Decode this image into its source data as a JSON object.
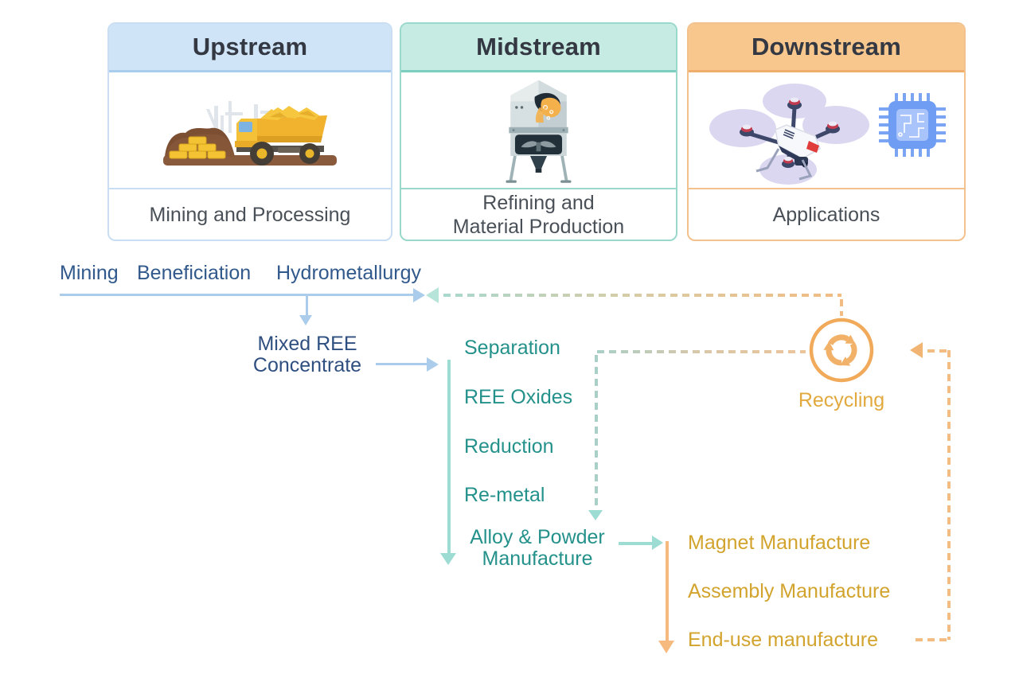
{
  "stages": [
    {
      "title": "Upstream",
      "label_lines": [
        "Mining and Processing"
      ],
      "icon": "mining-truck-illustration"
    },
    {
      "title": "Midstream",
      "label_lines": [
        "Refining and",
        "Material Production"
      ],
      "icon": "refinery-illustration"
    },
    {
      "title": "Downstream",
      "label_lines": [
        "Applications"
      ],
      "icon": "drone-and-chip-illustration"
    }
  ],
  "flow": {
    "upstream_steps": [
      "Mining",
      "Beneficiation",
      "Hydrometallurgy"
    ],
    "mixed_ree_lines": [
      "Mixed REE",
      "Concentrate"
    ],
    "midstream_steps": [
      "Separation",
      "REE Oxides",
      "Reduction",
      "Re-metal"
    ],
    "alloy_lines": [
      "Alloy & Powder",
      "Manufacture"
    ],
    "downstream_steps": [
      "Magnet Manufacture",
      "Assembly Manufacture",
      "End-use manufacture"
    ],
    "recycling_label": "Recycling"
  },
  "colors": {
    "upstream_header_bg": "#cfe4f7",
    "upstream_accent": "#a9cdec",
    "midstream_header_bg": "#c6ebe2",
    "midstream_accent": "#7ccec1",
    "downstream_header_bg": "#f7c78e",
    "downstream_accent": "#f0ad6c",
    "blue_text": "#31598b",
    "teal_text": "#24918b",
    "gold_text": "#d2a42d",
    "blue_arrow": "#abcdeb",
    "teal_arrow": "#9cdcd3",
    "orange_arrow": "#f6b97e",
    "recycle_icon": "#f1aa5a"
  }
}
